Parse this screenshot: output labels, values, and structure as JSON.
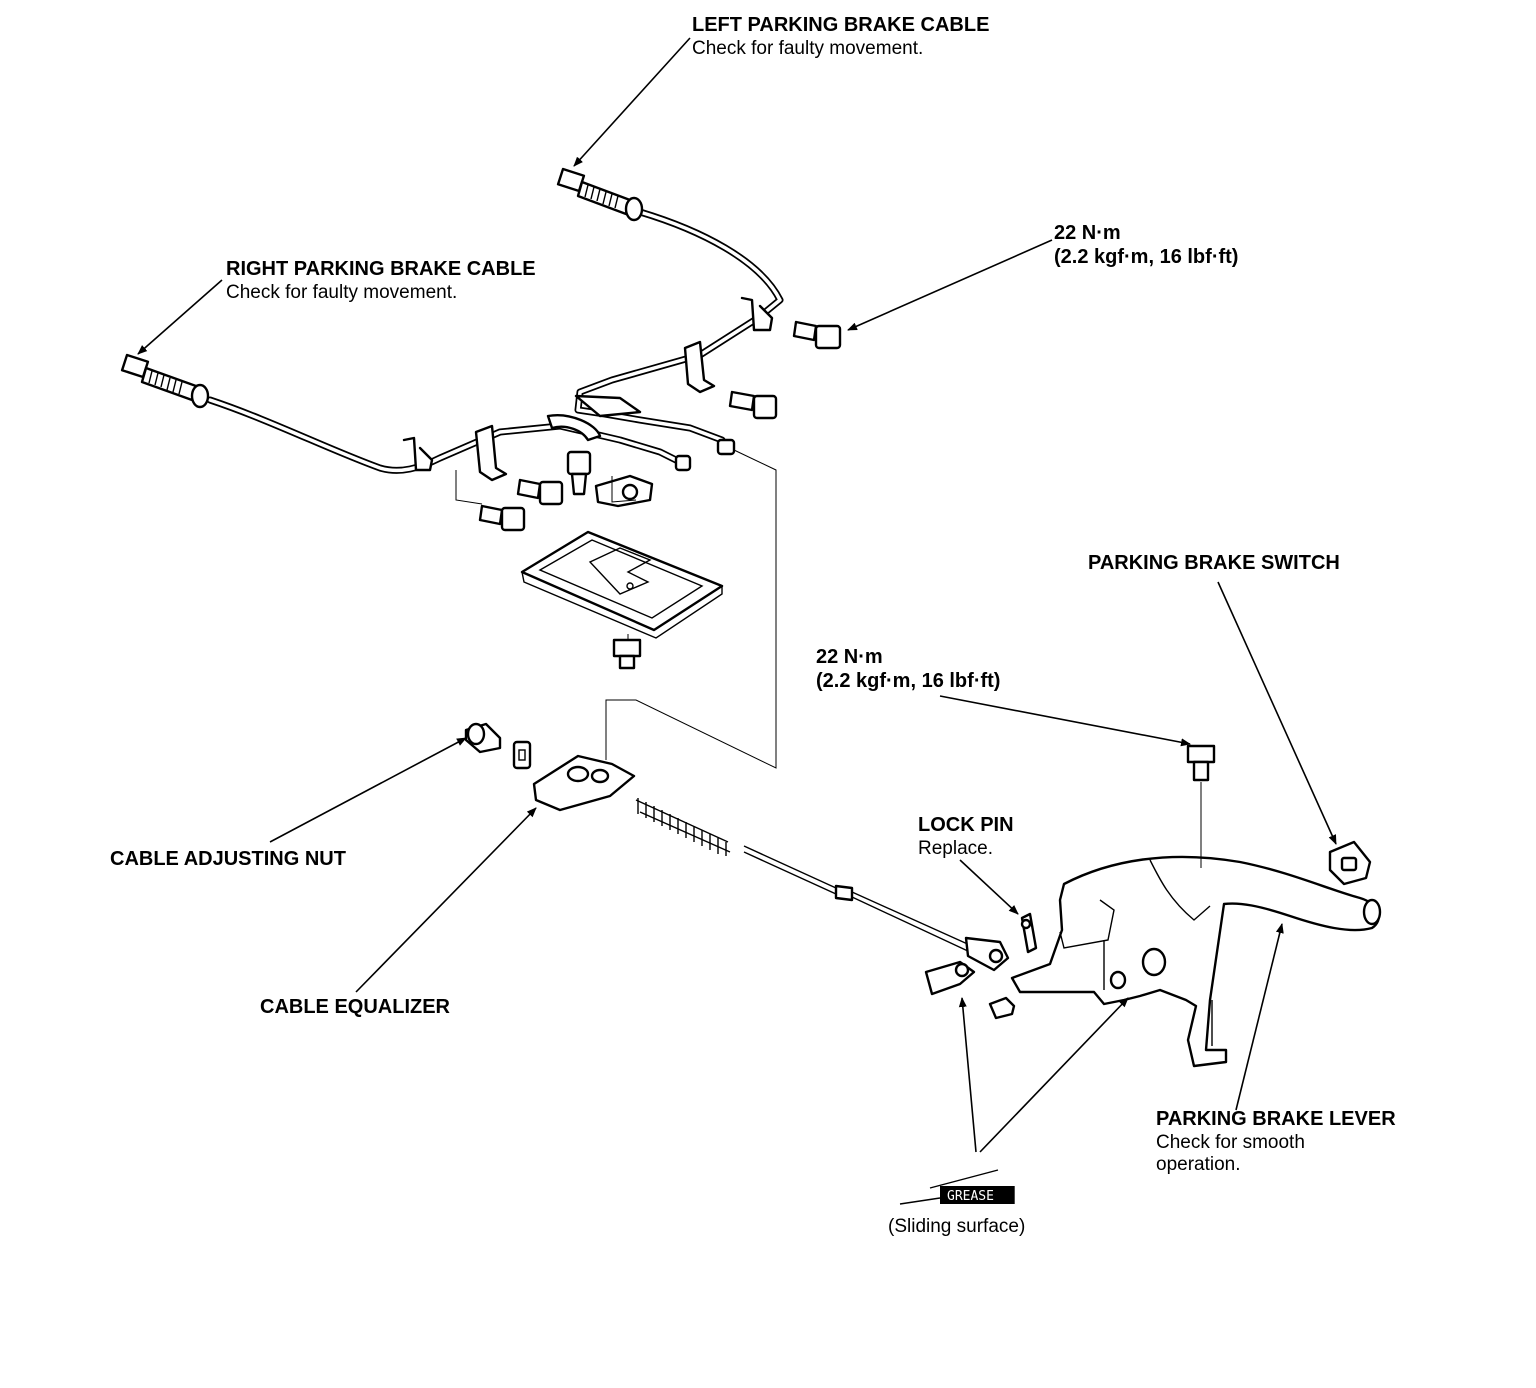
{
  "labels": {
    "left_cable": {
      "title": "LEFT PARKING BRAKE CABLE",
      "note": "Check for faulty movement."
    },
    "right_cable": {
      "title": "RIGHT PARKING BRAKE CABLE",
      "note": "Check for faulty movement."
    },
    "torque_upper": {
      "value": "22 N·m",
      "detail": "(2.2 kgf·m, 16 lbf·ft)"
    },
    "torque_lower": {
      "value": "22 N·m",
      "detail": "(2.2 kgf·m, 16 lbf·ft)"
    },
    "switch": {
      "title": "PARKING BRAKE SWITCH"
    },
    "adjusting_nut": {
      "title": "CABLE ADJUSTING NUT"
    },
    "equalizer": {
      "title": "CABLE EQUALIZER"
    },
    "lock_pin": {
      "title": "LOCK PIN",
      "note": "Replace."
    },
    "lever": {
      "title": "PARKING BRAKE LEVER",
      "note_line1": "Check for smooth",
      "note_line2": "operation."
    },
    "grease": {
      "tube_text": "GREASE",
      "note": "(Sliding surface)"
    }
  }
}
